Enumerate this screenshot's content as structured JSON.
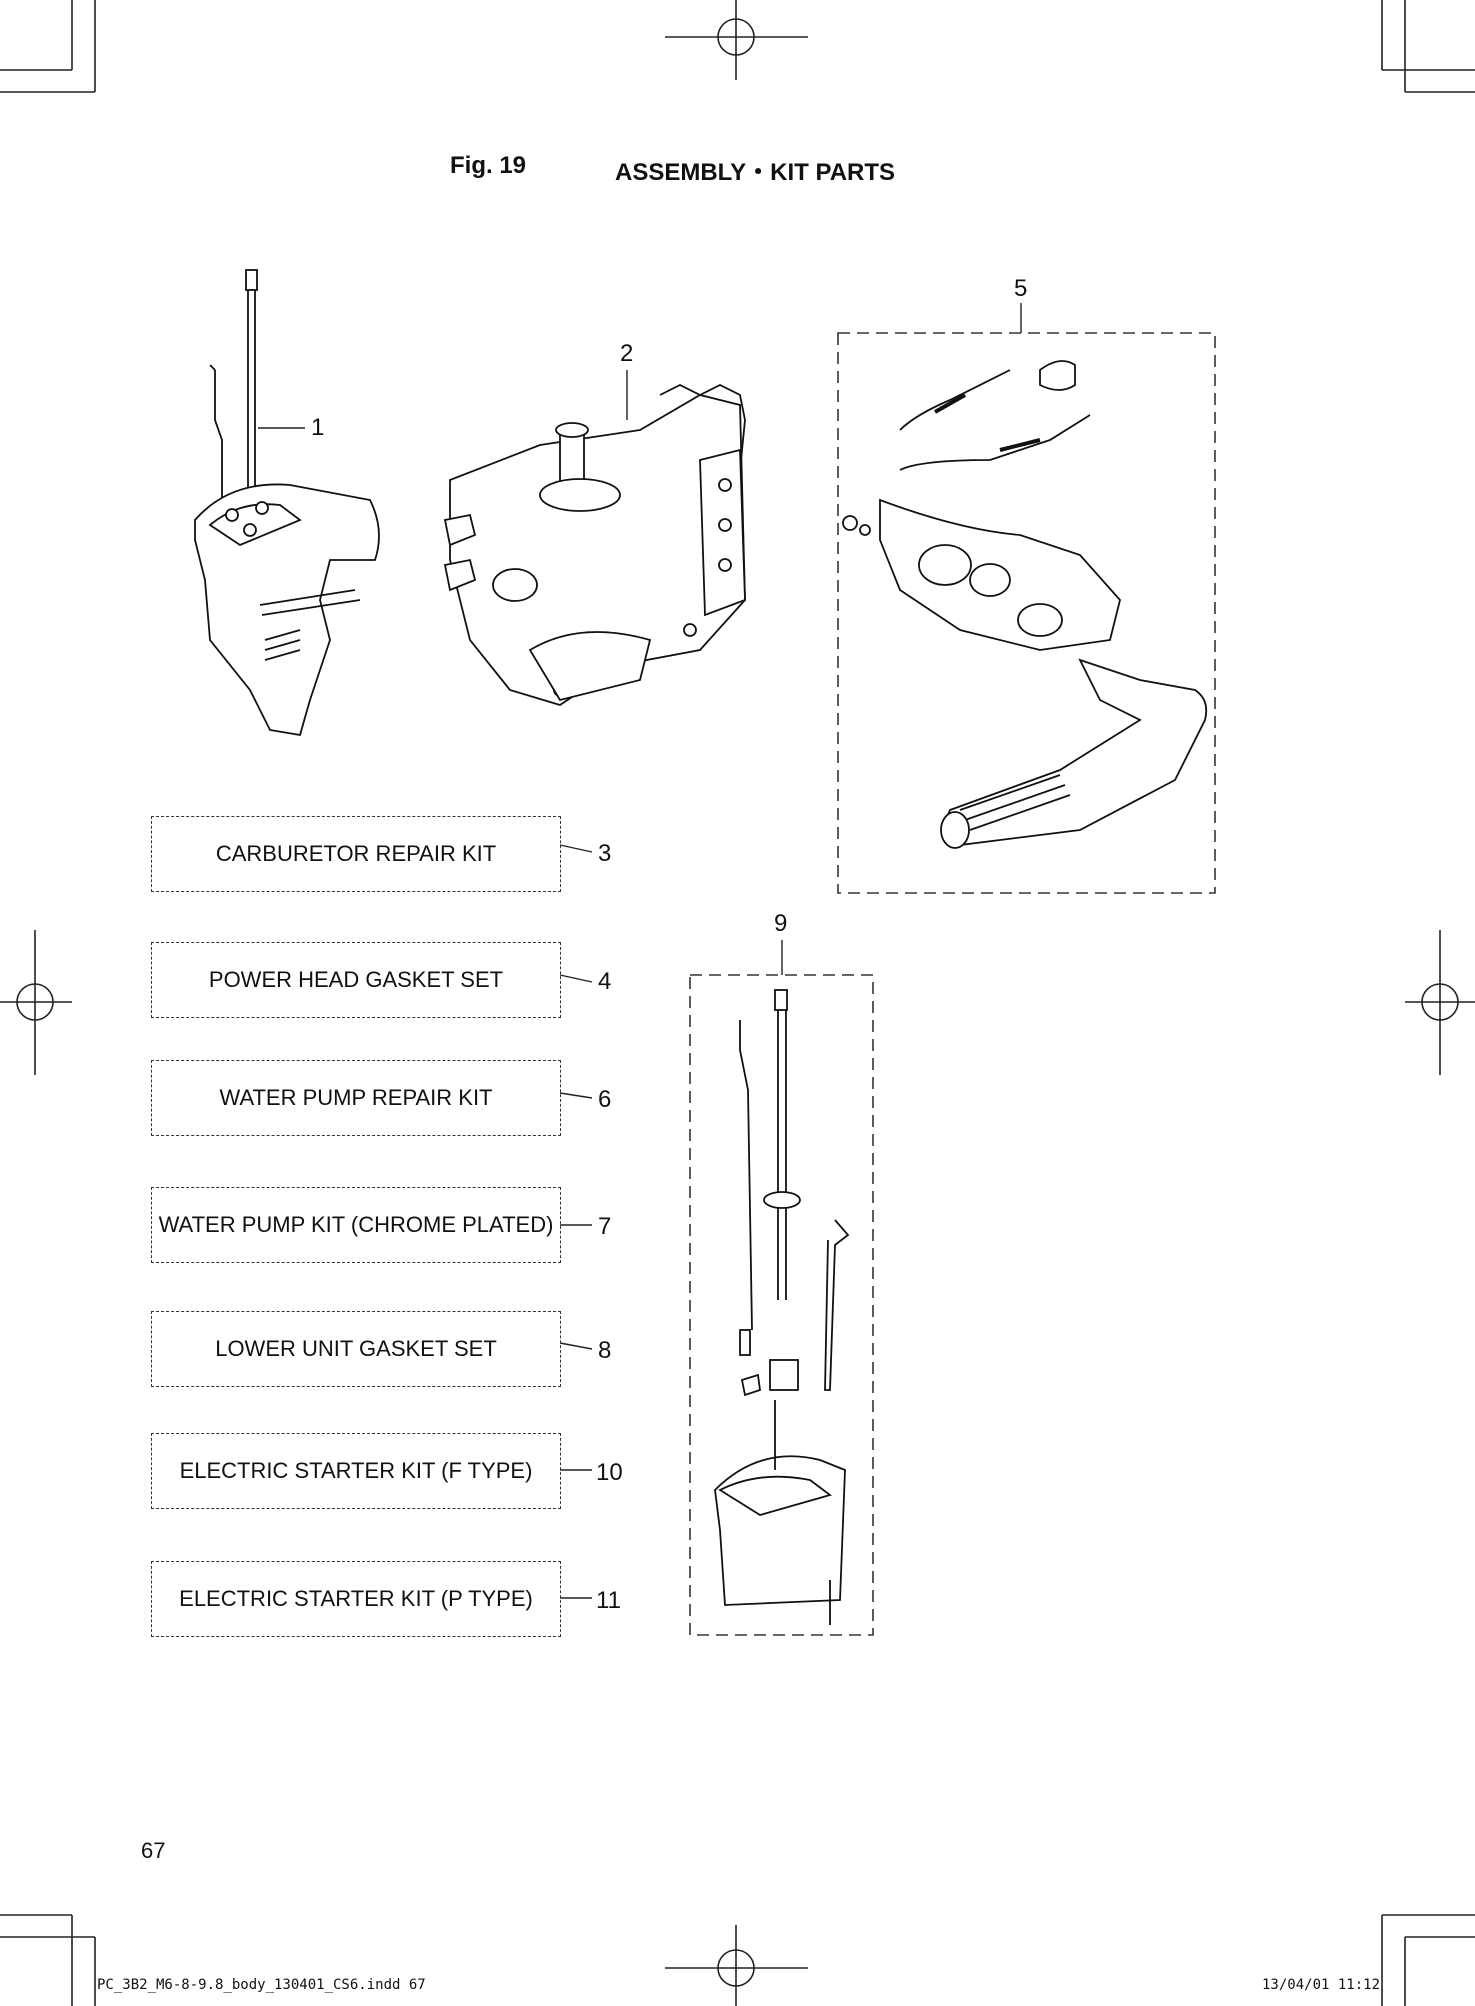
{
  "header": {
    "figure_number": "Fig. 19",
    "figure_title": "ASSEMBLY・KIT PARTS"
  },
  "illustrations": [
    {
      "callout": "1",
      "name": "lower-unit-assembly"
    },
    {
      "callout": "2",
      "name": "power-head-assembly"
    },
    {
      "callout": "5",
      "name": "tiller-handle-kit"
    },
    {
      "callout": "9",
      "name": "drive-shaft-housing-kit"
    }
  ],
  "kits": [
    {
      "label": "CARBURETOR REPAIR KIT",
      "callout": "3"
    },
    {
      "label": "POWER HEAD GASKET SET",
      "callout": "4"
    },
    {
      "label": "WATER PUMP REPAIR KIT",
      "callout": "6"
    },
    {
      "label": "WATER PUMP KIT (CHROME PLATED)",
      "callout": "7"
    },
    {
      "label": "LOWER UNIT GASKET SET",
      "callout": "8"
    },
    {
      "label": "ELECTRIC STARTER KIT (F TYPE)",
      "callout": "10"
    },
    {
      "label": "ELECTRIC STARTER KIT (P TYPE)",
      "callout": "11"
    }
  ],
  "page_number": "67",
  "footer": {
    "file_name": "PC_3B2_M6-8-9.8_body_130401_CS6.indd 67",
    "timestamp": "13/04/01 11:12"
  }
}
